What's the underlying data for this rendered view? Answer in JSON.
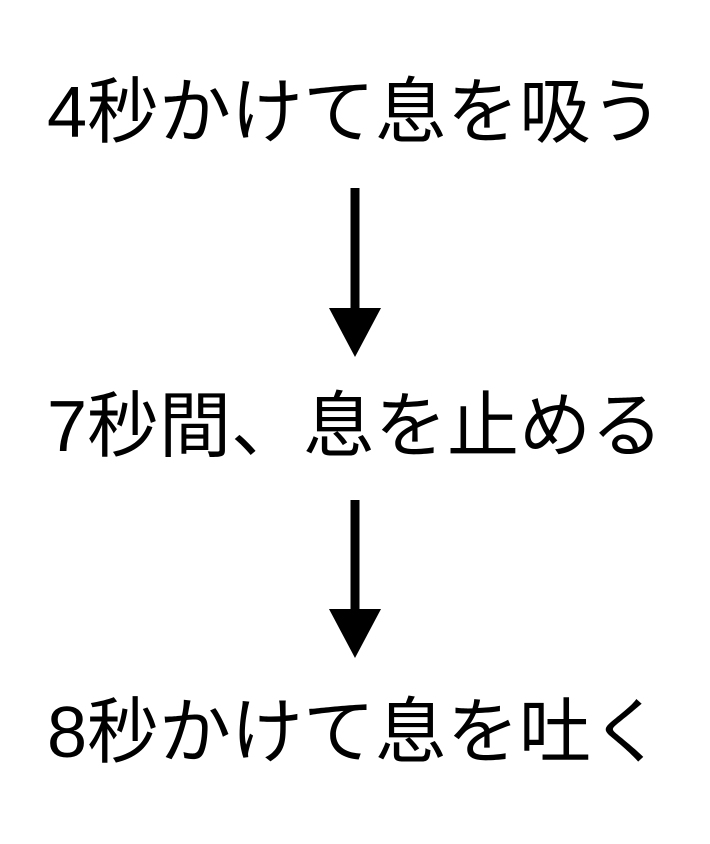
{
  "diagram": {
    "steps": [
      {
        "label": "4秒かけて息を吸う"
      },
      {
        "label": "7秒間、息を止める"
      },
      {
        "label": "8秒かけて息を吐く"
      }
    ],
    "arrow_color": "#000000",
    "text_color": "#000000",
    "background_color": "#ffffff"
  }
}
